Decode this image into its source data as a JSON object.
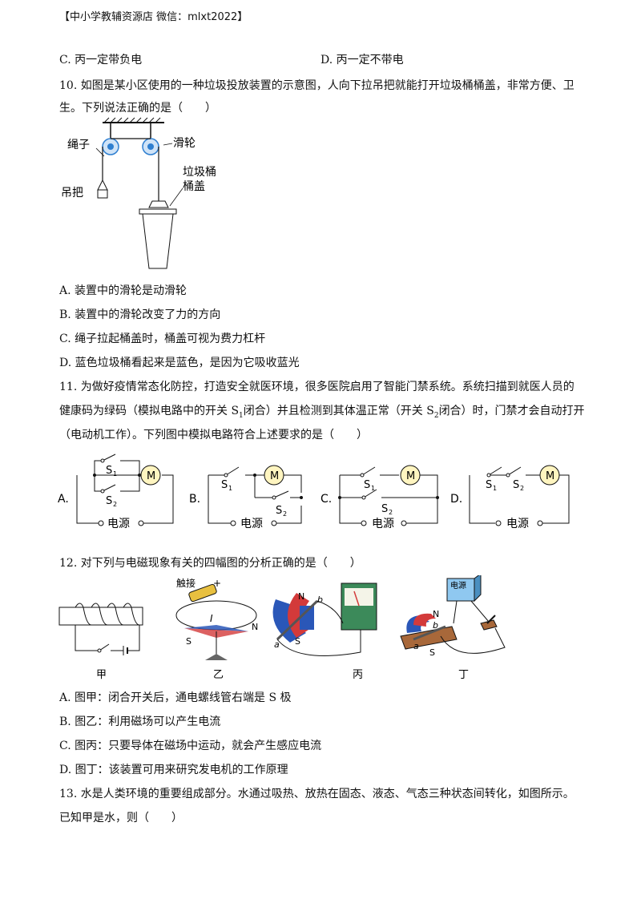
{
  "header": "【中小学教辅资源店  微信：mlxt2022】",
  "q9": {
    "optC": "C. 丙一定带负电",
    "optD": "D. 丙一定不带电"
  },
  "q10": {
    "stem1": "10. 如图是某小区使用的一种垃圾投放装置的示意图，人向下拉吊把就能打开垃圾桶桶盖，非常方便、卫",
    "stem2": "生。下列说法正确的是（　　）",
    "labels": {
      "rope": "绳子",
      "pulley": "滑轮",
      "handle": "吊把",
      "lid1": "垃圾桶",
      "lid2": "桶盖"
    },
    "options": [
      "A. 装置中的滑轮是动滑轮",
      "B. 装置中的滑轮改变了力的方向",
      "C. 绳子拉起桶盖时，桶盖可视为费力杠杆",
      "D. 蓝色垃圾桶看起来是蓝色，是因为它吸收蓝光"
    ]
  },
  "q11": {
    "stem1": "11. 为做好疫情常态化防控，打造安全就医环境，很多医院启用了智能门禁系统。系统扫描到就医人员的",
    "stem2a": "健康码为绿码（模拟电路中的开关 S",
    "stem2b": "闭合）并且检测到其体温正常（开关 S",
    "stem2c": "闭合）时，门禁才会自动打开",
    "sub1": "1",
    "sub2": "2",
    "stem3": "（电动机工作）。下列图中模拟电路符合上述要求的是（　　）",
    "circuit_labels": {
      "A": "A.",
      "B": "B.",
      "C": "C.",
      "D": "D.",
      "motor": "M",
      "source": "电源",
      "s": "S"
    }
  },
  "q12": {
    "stem": "12. 对下列与电磁现象有关的四幅图的分析正确的是（　　）",
    "captions": [
      "甲",
      "乙",
      "丙",
      "丁"
    ],
    "fig_labels": {
      "touch": "触接",
      "plus": "+",
      "current": "I",
      "N": "N",
      "S": "S",
      "a": "a",
      "b": "b",
      "power": "电源"
    },
    "options": [
      "A. 图甲：闭合开关后，通电螺线管右端是 S 极",
      "B. 图乙：利用磁场可以产生电流",
      "C. 图丙：只要导体在磁场中运动，就会产生感应电流",
      "D. 图丁：该装置可用来研究发电机的工作原理"
    ]
  },
  "q13": {
    "stem1": "13. 水是人类环境的重要组成部分。水通过吸热、放热在固态、液态、气态三种状态间转化，如图所示。",
    "stem2": "已知甲是水，则（　　）"
  },
  "colors": {
    "pulley": "#2f7fd0",
    "magnet_red": "#d33a3a",
    "magnet_blue": "#2a57b8",
    "wood": "#a8683a"
  }
}
